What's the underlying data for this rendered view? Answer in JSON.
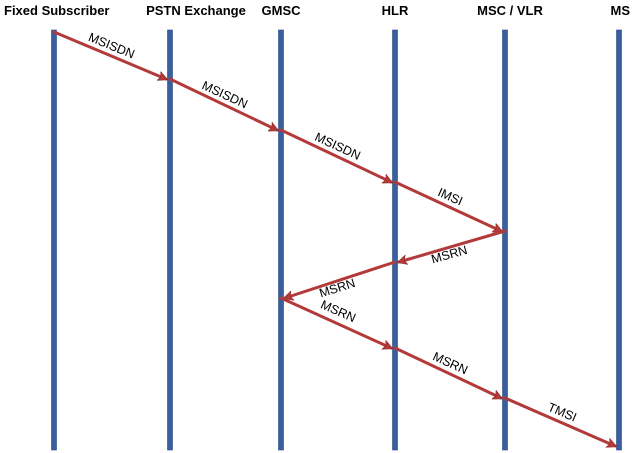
{
  "diagram": {
    "type": "sequence",
    "colors": {
      "lifeline": "#3a5f9e",
      "lifeline_edge": "#2a4a80",
      "arrow": "#b33a3a",
      "arrow_edge": "#8c2626",
      "text": "#000000"
    },
    "actors": [
      {
        "id": "fixed",
        "label": "Fixed Subscriber"
      },
      {
        "id": "pstn",
        "label": "PSTN Exchange"
      },
      {
        "id": "gmsc",
        "label": "GMSC"
      },
      {
        "id": "hlr",
        "label": "HLR"
      },
      {
        "id": "msc",
        "label": "MSC / VLR"
      },
      {
        "id": "ms",
        "label": "MS"
      }
    ],
    "messages": [
      {
        "from": "fixed",
        "to": "pstn",
        "label": "MSISDN"
      },
      {
        "from": "pstn",
        "to": "gmsc",
        "label": "MSISDN"
      },
      {
        "from": "gmsc",
        "to": "hlr",
        "label": "MSISDN"
      },
      {
        "from": "hlr",
        "to": "msc",
        "label": "IMSI"
      },
      {
        "from": "msc",
        "to": "hlr",
        "label": "MSRN"
      },
      {
        "from": "hlr",
        "to": "gmsc",
        "label": "MSRN"
      },
      {
        "from": "gmsc",
        "to": "hlr",
        "label": "MSRN"
      },
      {
        "from": "hlr",
        "to": "msc",
        "label": "MSRN"
      },
      {
        "from": "msc",
        "to": "ms",
        "label": "TMSI"
      }
    ]
  }
}
